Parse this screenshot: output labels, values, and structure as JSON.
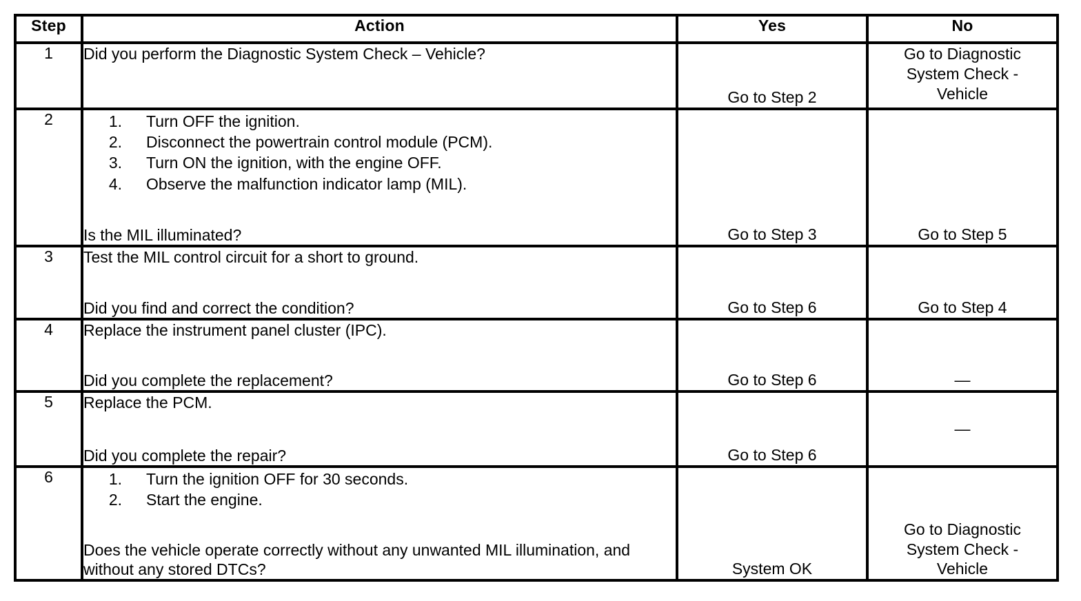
{
  "table": {
    "headers": {
      "step": "Step",
      "action": "Action",
      "yes": "Yes",
      "no": "No"
    },
    "rows": [
      {
        "step": "1",
        "lead": "Did you perform the Diagnostic System Check – Vehicle?",
        "list": [],
        "question": "",
        "yes": "Go to Step 2",
        "no": "Go to Diagnostic\nSystem Check -\nVehicle",
        "yes_align": "bottom",
        "no_align": "top"
      },
      {
        "step": "2",
        "lead": "",
        "list": [
          {
            "num": "1.",
            "text": "Turn OFF the ignition."
          },
          {
            "num": "2.",
            "text": "Disconnect the powertrain control module (PCM)."
          },
          {
            "num": "3.",
            "text": "Turn ON the ignition, with the engine OFF."
          },
          {
            "num": "4.",
            "text": "Observe the malfunction indicator lamp (MIL)."
          }
        ],
        "question": "Is the MIL illuminated?",
        "yes": "Go to Step 3",
        "no": "Go to Step 5",
        "yes_align": "bottom",
        "no_align": "bottom"
      },
      {
        "step": "3",
        "lead": "Test the MIL control circuit for a short to ground.",
        "list": [],
        "question": "Did you find and correct the condition?",
        "yes": "Go to Step 6",
        "no": "Go to Step 4",
        "yes_align": "bottom",
        "no_align": "bottom"
      },
      {
        "step": "4",
        "lead": "Replace the instrument panel cluster (IPC).",
        "list": [],
        "question": "Did you complete the replacement?",
        "yes": "Go to Step 6",
        "no": "—",
        "yes_align": "bottom",
        "no_align": "bottom"
      },
      {
        "step": "5",
        "lead": "Replace the PCM.",
        "list": [],
        "question": "Did you complete the repair?",
        "yes": "Go to Step 6",
        "no": "—",
        "yes_align": "bottom",
        "no_align": "middle"
      },
      {
        "step": "6",
        "lead": "",
        "list": [
          {
            "num": "1.",
            "text": "Turn the ignition OFF for 30 seconds."
          },
          {
            "num": "2.",
            "text": "Start the engine."
          }
        ],
        "question": "Does the vehicle operate correctly without any unwanted MIL illumination, and without any stored DTCs?",
        "yes": "System OK",
        "no": "Go to Diagnostic\nSystem Check -\nVehicle",
        "yes_align": "bottom",
        "no_align": "bottom"
      }
    ]
  },
  "colors": {
    "border": "#000000",
    "background": "#ffffff",
    "text": "#000000"
  }
}
